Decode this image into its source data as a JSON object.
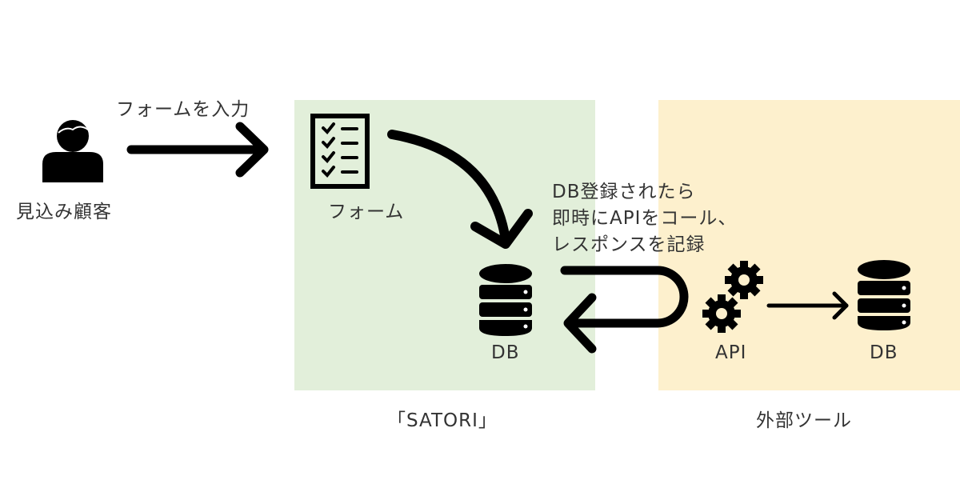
{
  "labels": {
    "prospect": "見込み顧客",
    "input_form": "フォームを入力",
    "form": "フォーム",
    "satori_db": "DB",
    "api_description": [
      "DB登録されたら",
      "即時にAPIをコール、",
      "レスポンスを記録"
    ],
    "api": "API",
    "external_db": "DB",
    "satori_zone": "「SATORI」",
    "external_zone": "外部ツール"
  },
  "colors": {
    "satori_zone": "#e2efda",
    "external_zone": "#fdf0cd",
    "ink": "#000000"
  },
  "icons": [
    "person-icon",
    "checklist-form-icon",
    "database-icon",
    "gears-icon",
    "database-icon"
  ]
}
